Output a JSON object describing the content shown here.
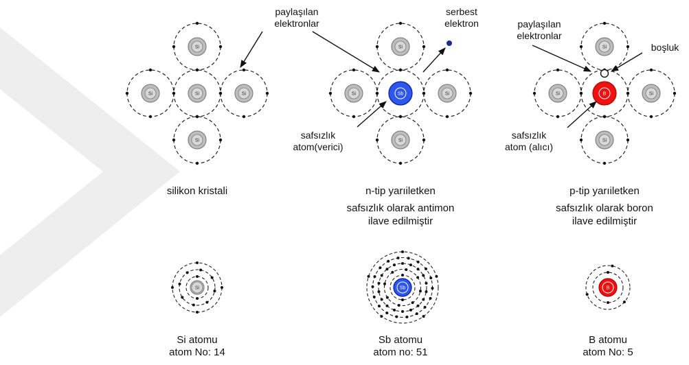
{
  "colors": {
    "silicon": "#bdbdbd",
    "antimony": "#2e56e8",
    "boron": "#ee1111",
    "watermark": "#eeeeee",
    "free_electron": "#1c2b8f"
  },
  "panels": {
    "silicon_crystal": {
      "caption": "silikon kristali",
      "center_symbol": "Si",
      "neighbor_symbol": "Si",
      "shared_label_1": "paylaşılan",
      "shared_label_2": "elektronlar"
    },
    "n_type": {
      "caption": "n-tip yarıiletken",
      "note_line1": "safsızlık olarak antimon",
      "note_line2": "ilave edilmiştir",
      "center_symbol": "Sb",
      "neighbor_symbol": "Si",
      "free_label_1": "serbest",
      "free_label_2": "elektron",
      "impurity_label_1": "safsızlık",
      "impurity_label_2": "atom(verici)"
    },
    "p_type": {
      "caption": "p-tip yarıiletken",
      "note_line1": "safsızlık olarak boron",
      "note_line2": "ilave edilmiştir",
      "center_symbol": "B",
      "neighbor_symbol": "Si",
      "shared_label_1": "paylaşılan",
      "shared_label_2": "elektronlar",
      "hole_label": "boşluk",
      "impurity_label_1": "safsızlık",
      "impurity_label_2": "atom (alıcı)"
    }
  },
  "atoms": {
    "si": {
      "symbol": "Si",
      "name": "Si atomu",
      "number_label": "atom No: 14",
      "shells": [
        2,
        8,
        4
      ]
    },
    "sb": {
      "symbol": "Sb",
      "name": "Sb atomu",
      "number_label": "atom no: 51",
      "shells": [
        2,
        8,
        18,
        18,
        5
      ]
    },
    "b": {
      "symbol": "B",
      "name": "B atomu",
      "number_label": "atom No: 5",
      "shells": [
        2,
        3
      ]
    }
  }
}
